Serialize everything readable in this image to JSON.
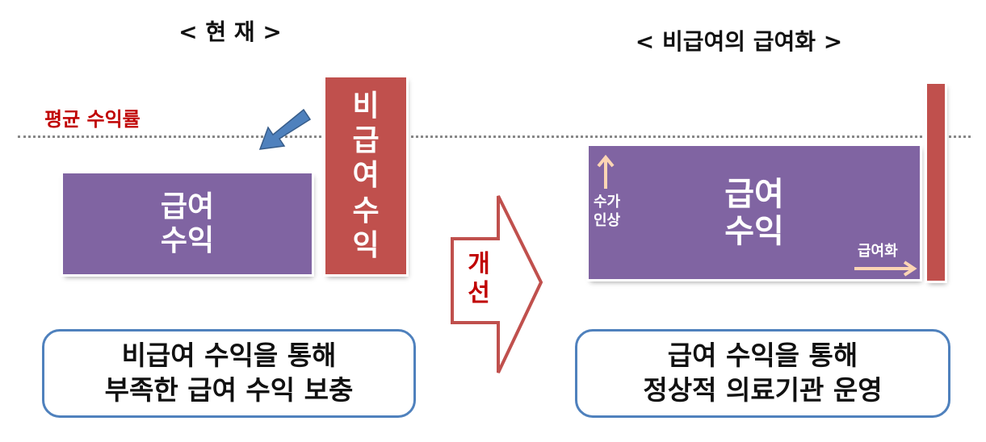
{
  "left": {
    "title": "< 현 재 >",
    "average_label": "평균 수익률",
    "covered_box": [
      "급여",
      "수익"
    ],
    "noncovered_box": [
      "비",
      "급",
      "여",
      "수",
      "익"
    ],
    "note": [
      "비급여 수익을 통해",
      "부족한 급여 수익 보충"
    ]
  },
  "center": {
    "arrow_label": [
      "개",
      "선"
    ]
  },
  "right": {
    "title": "< 비급여의 급여화 >",
    "covered_box": [
      "급여",
      "수익"
    ],
    "fee_raise": [
      "수가",
      "인상"
    ],
    "coverage_label": "급여화",
    "note": [
      "급여 수익을 통해",
      "정상적 의료기관 운영"
    ]
  },
  "colors": {
    "purple": "#8064a2",
    "red": "#c0504d",
    "dark_red": "#c00000",
    "blue": "#4f81bd",
    "peach": "#fcd5b4"
  }
}
